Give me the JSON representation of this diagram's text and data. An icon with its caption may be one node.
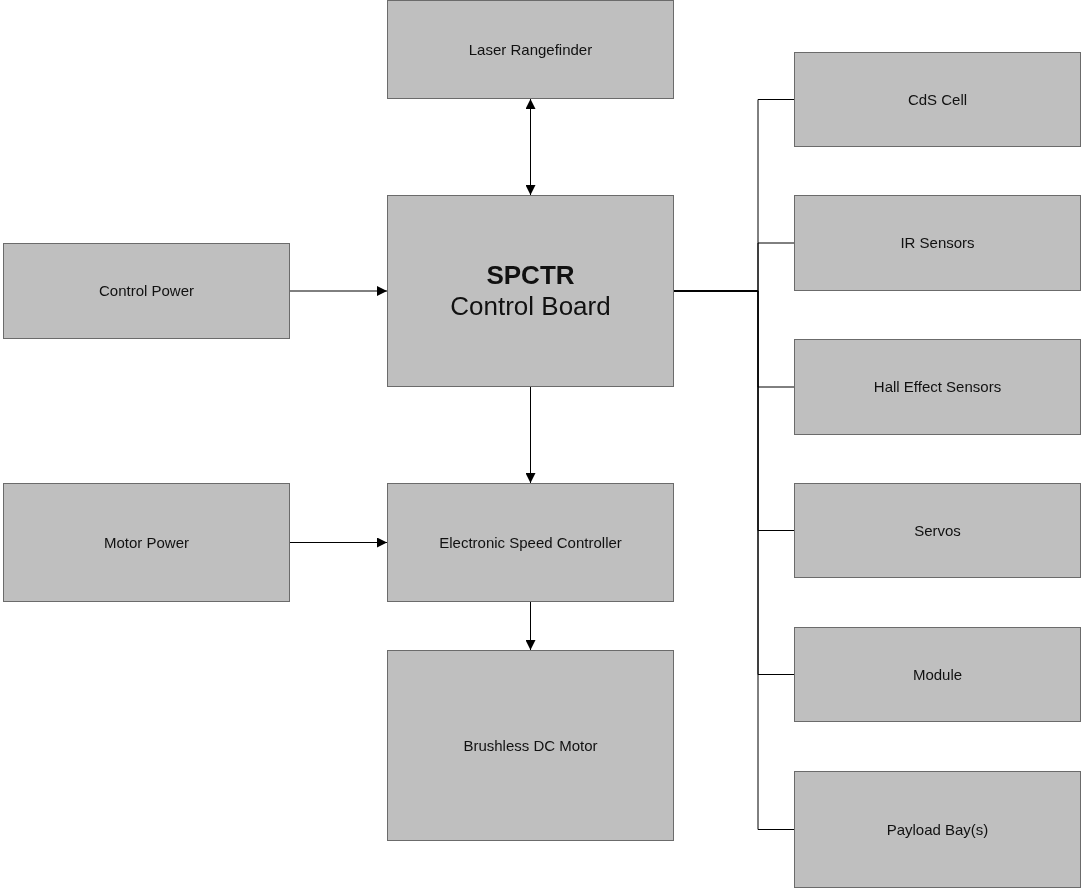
{
  "diagram": {
    "nodes": [
      {
        "text": [
          "Laser Rangefinder"
        ]
      },
      {
        "text": [
          "CdS Cell"
        ]
      },
      {
        "text": [
          "Control Power"
        ]
      },
      {
        "text": [
          "SPCTR",
          "Control Board"
        ]
      },
      {
        "text": [
          "IR Sensors"
        ]
      },
      {
        "text": [
          "Hall Effect Sensors"
        ]
      },
      {
        "text": [
          "Motor Power"
        ]
      },
      {
        "text": [
          "Electronic Speed Controller"
        ]
      },
      {
        "text": [
          "Servos"
        ]
      },
      {
        "text": [
          "Module"
        ]
      },
      {
        "text": [
          "Brushless DC Motor"
        ]
      },
      {
        "text": [
          "Payload Bay(s)"
        ]
      }
    ],
    "edges": [
      {
        "from": 0,
        "to": 3,
        "arrow": "both"
      },
      {
        "from": 2,
        "to": 3,
        "arrow": "to"
      },
      {
        "from": 3,
        "to": 7,
        "arrow": "to"
      },
      {
        "from": 6,
        "to": 7,
        "arrow": "to"
      },
      {
        "from": 7,
        "to": 10,
        "arrow": "to"
      },
      {
        "from": 3,
        "to": 1,
        "arrow": "none"
      },
      {
        "from": 3,
        "to": 4,
        "arrow": "none"
      },
      {
        "from": 3,
        "to": 5,
        "arrow": "none"
      },
      {
        "from": 3,
        "to": 8,
        "arrow": "none"
      },
      {
        "from": 3,
        "to": 9,
        "arrow": "none"
      },
      {
        "from": 3,
        "to": 11,
        "arrow": "none"
      }
    ]
  }
}
